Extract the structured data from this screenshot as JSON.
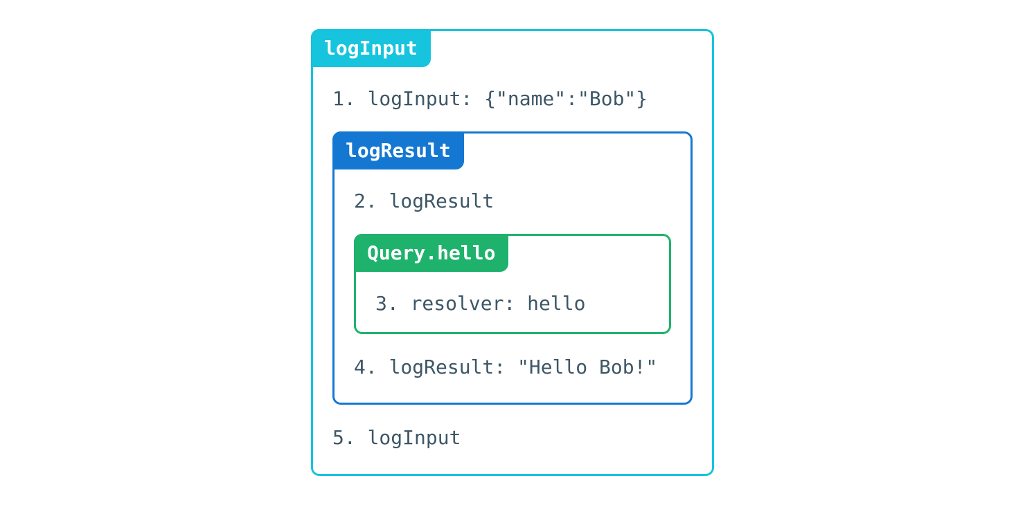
{
  "colors": {
    "cyan_accent": "#16c4de",
    "blue_accent": "#1478d2",
    "green_accent": "#1fb26c",
    "step_text": "#3d5766",
    "tab_text": "#ffffff",
    "background": "#ffffff"
  },
  "diagram": {
    "logInput": {
      "label": "logInput",
      "step_before": "1. logInput: {\"name\":\"Bob\"}",
      "step_after": "5. logInput",
      "logResult": {
        "label": "logResult",
        "step_before": "2. logResult",
        "step_after": "4. logResult: \"Hello Bob!\"",
        "resolver": {
          "label": "Query.hello",
          "step": "3. resolver: hello"
        }
      }
    }
  }
}
